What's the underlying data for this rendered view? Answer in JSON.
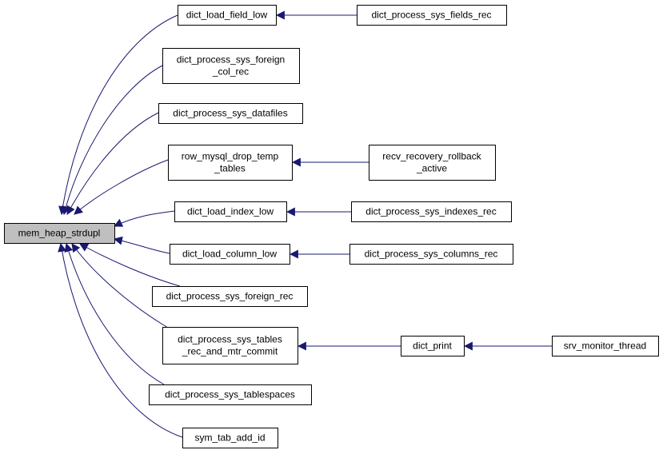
{
  "graph": {
    "node_fill": "#ffffff",
    "root_fill": "#bfbfbf",
    "node_stroke": "#000000",
    "edge_color": "#191970",
    "nodes": [
      {
        "id": "mem_heap_strdupl",
        "lines": [
          "mem_heap_strdupl"
        ],
        "root": true
      },
      {
        "id": "dict_load_field_low",
        "lines": [
          "dict_load_field_low"
        ]
      },
      {
        "id": "dict_process_sys_fields_rec",
        "lines": [
          "dict_process_sys_fields_rec"
        ]
      },
      {
        "id": "dict_process_sys_foreign_col_rec",
        "lines": [
          "dict_process_sys_foreign",
          "_col_rec"
        ]
      },
      {
        "id": "dict_process_sys_datafiles",
        "lines": [
          "dict_process_sys_datafiles"
        ]
      },
      {
        "id": "row_mysql_drop_temp_tables",
        "lines": [
          "row_mysql_drop_temp",
          "_tables"
        ]
      },
      {
        "id": "recv_recovery_rollback_active",
        "lines": [
          "recv_recovery_rollback",
          "_active"
        ]
      },
      {
        "id": "dict_load_index_low",
        "lines": [
          "dict_load_index_low"
        ]
      },
      {
        "id": "dict_process_sys_indexes_rec",
        "lines": [
          "dict_process_sys_indexes_rec"
        ]
      },
      {
        "id": "dict_load_column_low",
        "lines": [
          "dict_load_column_low"
        ]
      },
      {
        "id": "dict_process_sys_columns_rec",
        "lines": [
          "dict_process_sys_columns_rec"
        ]
      },
      {
        "id": "dict_process_sys_foreign_rec",
        "lines": [
          "dict_process_sys_foreign_rec"
        ]
      },
      {
        "id": "dict_process_sys_tables_rec_and_mtr_commit",
        "lines": [
          "dict_process_sys_tables",
          "_rec_and_mtr_commit"
        ]
      },
      {
        "id": "dict_print",
        "lines": [
          "dict_print"
        ]
      },
      {
        "id": "srv_monitor_thread",
        "lines": [
          "srv_monitor_thread"
        ]
      },
      {
        "id": "dict_process_sys_tablespaces",
        "lines": [
          "dict_process_sys_tablespaces"
        ]
      },
      {
        "id": "sym_tab_add_id",
        "lines": [
          "sym_tab_add_id"
        ]
      }
    ],
    "edges": [
      {
        "from": "dict_load_field_low",
        "to": "mem_heap_strdupl"
      },
      {
        "from": "dict_process_sys_foreign_col_rec",
        "to": "mem_heap_strdupl"
      },
      {
        "from": "dict_process_sys_datafiles",
        "to": "mem_heap_strdupl"
      },
      {
        "from": "row_mysql_drop_temp_tables",
        "to": "mem_heap_strdupl"
      },
      {
        "from": "dict_load_index_low",
        "to": "mem_heap_strdupl"
      },
      {
        "from": "dict_load_column_low",
        "to": "mem_heap_strdupl"
      },
      {
        "from": "dict_process_sys_foreign_rec",
        "to": "mem_heap_strdupl"
      },
      {
        "from": "dict_process_sys_tables_rec_and_mtr_commit",
        "to": "mem_heap_strdupl"
      },
      {
        "from": "dict_process_sys_tablespaces",
        "to": "mem_heap_strdupl"
      },
      {
        "from": "sym_tab_add_id",
        "to": "mem_heap_strdupl"
      },
      {
        "from": "dict_process_sys_fields_rec",
        "to": "dict_load_field_low"
      },
      {
        "from": "recv_recovery_rollback_active",
        "to": "row_mysql_drop_temp_tables"
      },
      {
        "from": "dict_process_sys_indexes_rec",
        "to": "dict_load_index_low"
      },
      {
        "from": "dict_process_sys_columns_rec",
        "to": "dict_load_column_low"
      },
      {
        "from": "dict_print",
        "to": "dict_process_sys_tables_rec_and_mtr_commit"
      },
      {
        "from": "srv_monitor_thread",
        "to": "dict_print"
      }
    ]
  }
}
